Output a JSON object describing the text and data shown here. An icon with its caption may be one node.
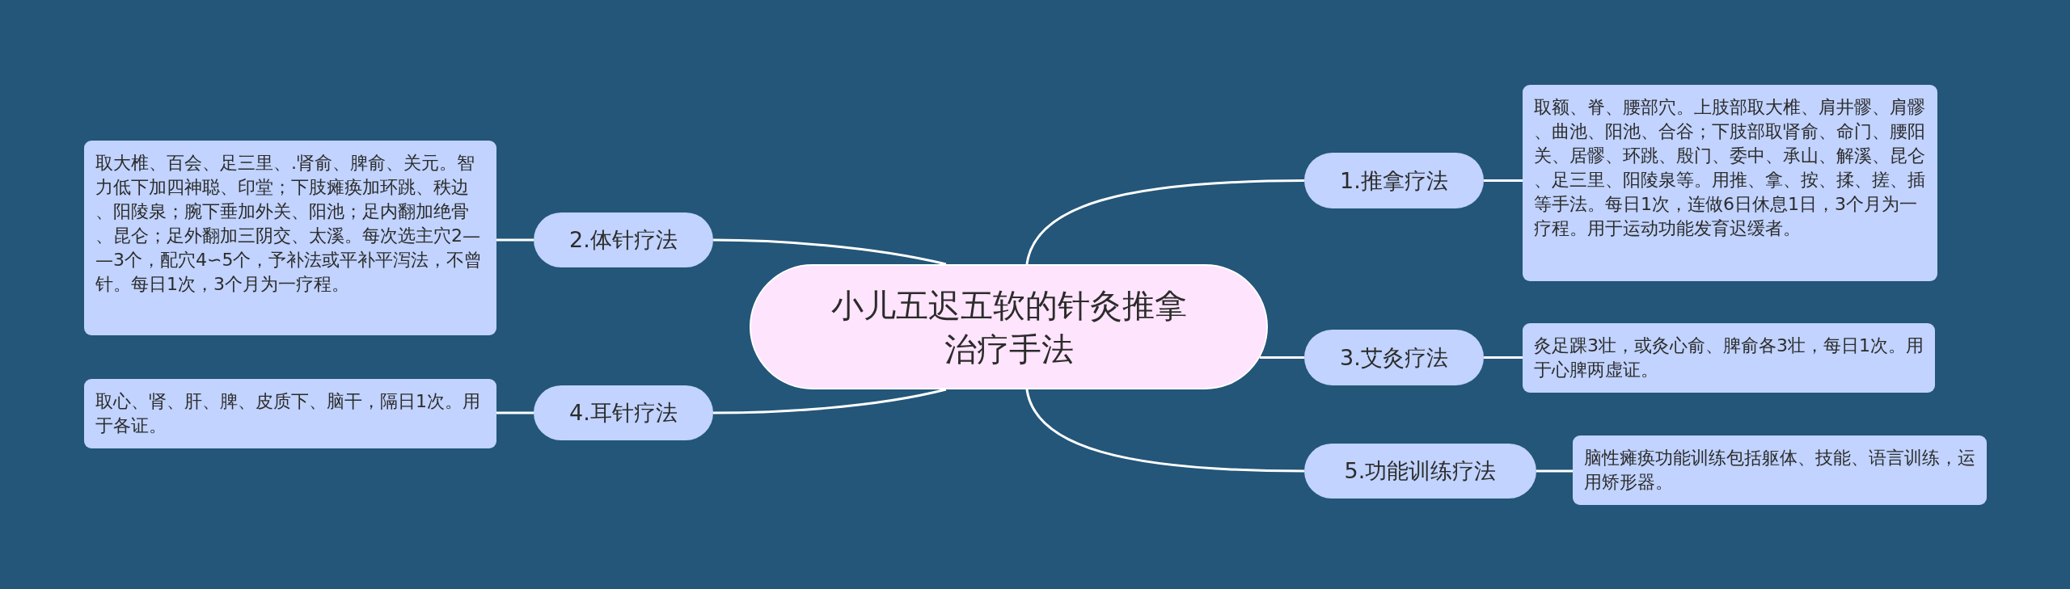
{
  "diagram": {
    "nodes": [
      {
        "text": [
          "小儿五迟五软的针灸推拿治疗手法"
        ]
      },
      {
        "text": [
          "1.推拿疗法"
        ]
      },
      {
        "text": [
          "取额、脊、腰部穴。上肢部取大椎、肩井髎、肩髎、曲池、阳池、合谷；下肢部取肾俞、命门、腰阳关、居髎、环跳、殷门、委中、承山、解溪、昆仑、足三里、阳陵泉等。用推、拿、按、揉、搓、插等手法。每日1次，连做6日休息1日，3个月为一疗程。用于运动功能发育迟缓者。"
        ]
      },
      {
        "text": [
          "2.体针疗法"
        ]
      },
      {
        "text": [
          "取大椎、百会、足三里、.肾俞、脾俞、关元。智力低下加四神聪、印堂；下肢瘫痪加环跳、秩边、阳陵泉；腕下垂加外关、阳池；足内翻加绝骨、昆仑；足外翻加三阴交、太溪。每次选主穴2——3个，配穴4∽5个，予补法或平补平泻法，不曾针。每日1次，3个月为一疗程。"
        ]
      },
      {
        "text": [
          "3.艾灸疗法"
        ]
      },
      {
        "text": [
          "灸足踝3壮，或灸心俞、脾俞各3壮，每日1次。用于心脾两虚证。"
        ]
      },
      {
        "text": [
          "4.耳针疗法"
        ]
      },
      {
        "text": [
          "取心、肾、肝、脾、皮质下、脑干，隔日1次。用于各证。"
        ]
      },
      {
        "text": [
          "5.功能训练疗法"
        ]
      },
      {
        "text": [
          "脑性瘫痪功能训练包括躯体、技能、语言训练，运用矫形器。"
        ]
      }
    ],
    "edges": [
      {
        "from": 0,
        "to": 1,
        "arrow": "none"
      },
      {
        "from": 1,
        "to": 2,
        "arrow": "none"
      },
      {
        "from": 0,
        "to": 3,
        "arrow": "none"
      },
      {
        "from": 3,
        "to": 4,
        "arrow": "none"
      },
      {
        "from": 0,
        "to": 5,
        "arrow": "none"
      },
      {
        "from": 5,
        "to": 6,
        "arrow": "none"
      },
      {
        "from": 0,
        "to": 7,
        "arrow": "none"
      },
      {
        "from": 7,
        "to": 8,
        "arrow": "none"
      },
      {
        "from": 0,
        "to": 9,
        "arrow": "none"
      },
      {
        "from": 9,
        "to": 10,
        "arrow": "none"
      }
    ]
  }
}
